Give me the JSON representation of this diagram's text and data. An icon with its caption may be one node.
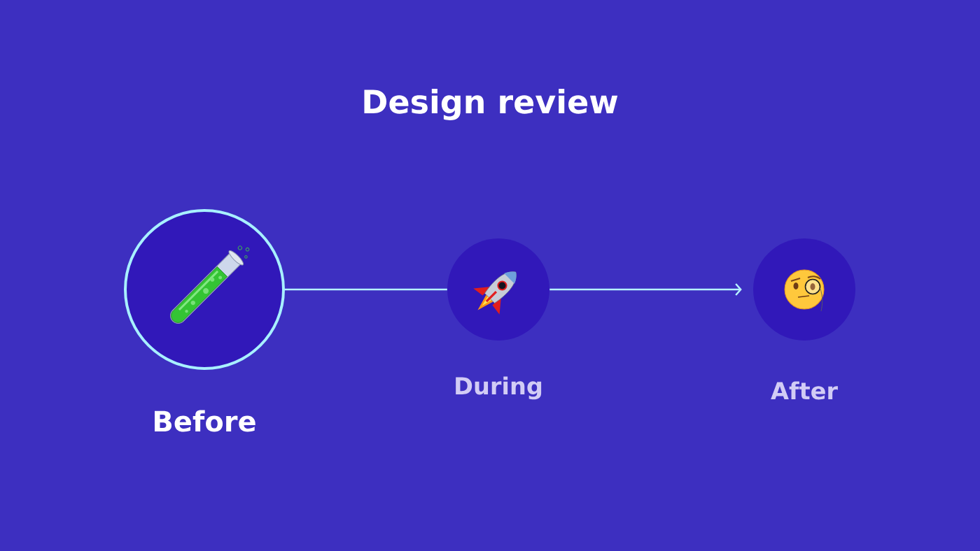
{
  "diagram": {
    "title": "Design review",
    "nodes": [
      {
        "text": [
          "Before"
        ]
      },
      {
        "text": [
          "During"
        ]
      },
      {
        "text": [
          "After"
        ]
      }
    ],
    "edges": [
      {
        "from": 0,
        "to": 1,
        "arrow": "none"
      },
      {
        "from": 1,
        "to": 2,
        "arrow": "to"
      }
    ]
  }
}
